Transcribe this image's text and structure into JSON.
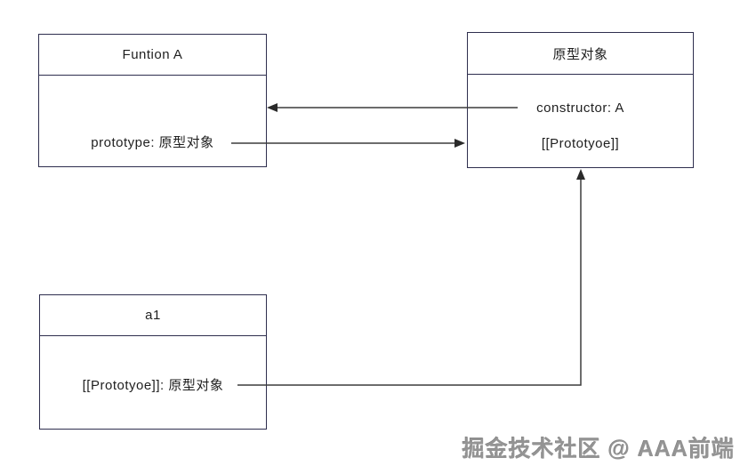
{
  "diagram": {
    "boxes": [
      {
        "id": "function-a",
        "title": "Funtion A",
        "fields": [
          "prototype: 原型对象"
        ]
      },
      {
        "id": "prototype-object",
        "title": "原型对象",
        "fields": [
          "constructor: A",
          "[[Prototyoe]]"
        ]
      },
      {
        "id": "a1",
        "title": "a1",
        "fields": [
          "[[Prototyoe]]: 原型对象"
        ]
      }
    ],
    "arrows": [
      {
        "from": "prototype-object.constructor",
        "to": "function-a",
        "direction": "left"
      },
      {
        "from": "function-a.prototype",
        "to": "prototype-object",
        "direction": "right"
      },
      {
        "from": "a1.[[Prototyoe]]",
        "to": "prototype-object",
        "direction": "up"
      }
    ],
    "colors": {
      "box_border": "#2e2e4e",
      "arrow_line": "#3c3c3c",
      "text": "#1f1f1f",
      "watermark": "#949494",
      "background": "#ffffff"
    }
  },
  "watermark": {
    "text": "掘金技术社区 @ AAA前端"
  }
}
